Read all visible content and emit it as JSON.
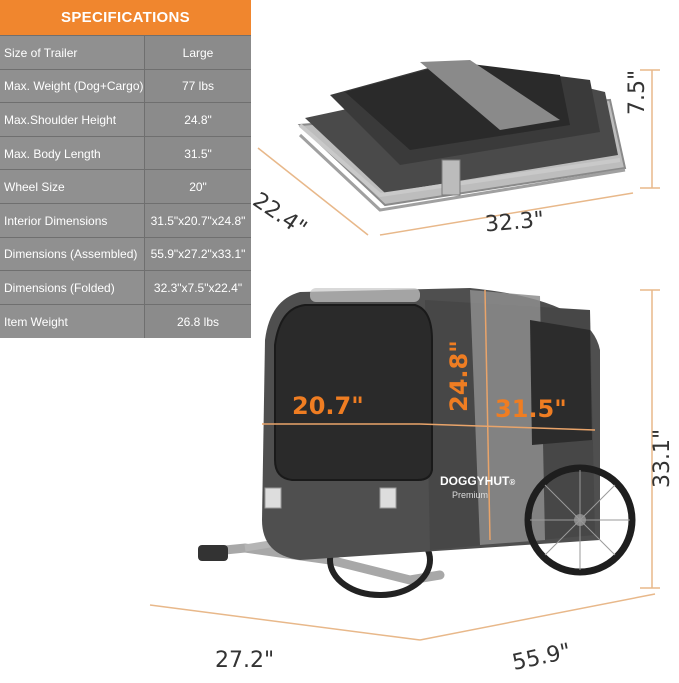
{
  "spec_table": {
    "header": "SPECIFICATIONS",
    "rows": [
      {
        "label": "Size of Trailer",
        "value": "Large"
      },
      {
        "label": "Max. Weight (Dog+Cargo)",
        "value": "77 lbs"
      },
      {
        "label": "Max.Shoulder Height",
        "value": "24.8\""
      },
      {
        "label": "Max. Body Length",
        "value": "31.5\""
      },
      {
        "label": "Wheel Size",
        "value": "20\""
      },
      {
        "label": "Interior Dimensions",
        "value": "31.5\"x20.7\"x24.8\""
      },
      {
        "label": "Dimensions (Assembled)",
        "value": "55.9\"x27.2\"x33.1\""
      },
      {
        "label": "Dimensions (Folded)",
        "value": "32.3\"x7.5\"x22.4\""
      },
      {
        "label": "Item Weight",
        "value": "26.8 lbs"
      }
    ]
  },
  "folded_dims": {
    "height": "7.5\"",
    "depth": "22.4\"",
    "length": "32.3\""
  },
  "assembled_dims": {
    "height": "33.1\"",
    "width": "27.2\"",
    "length": "55.9\""
  },
  "interior_dims": {
    "width": "20.7\"",
    "height": "24.8\"",
    "length": "31.5\""
  },
  "brand": {
    "name": "DOGGYHUT",
    "trademark": "®",
    "tier": "Premium"
  },
  "colors": {
    "header": "#f0862e",
    "table_bg": "#8f8f8f",
    "accent": "#ef7d22"
  }
}
